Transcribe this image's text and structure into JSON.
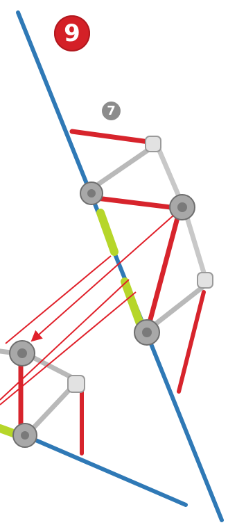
{
  "step": {
    "number": "9"
  },
  "substep": {
    "number": "7"
  },
  "colors": {
    "step_badge": "#d42027",
    "substep_badge": "#8c8c8c",
    "rod_blue": "#2f79b6",
    "rod_red": "#d7242c",
    "rod_grey": "#b9b9b9",
    "connector_green": "#b6d62a",
    "connector_grey": "#a8a8a8",
    "arrow_red": "#e0202a"
  },
  "icons": [
    "step-number-badge",
    "substep-number-badge",
    "assembly-arrow"
  ]
}
